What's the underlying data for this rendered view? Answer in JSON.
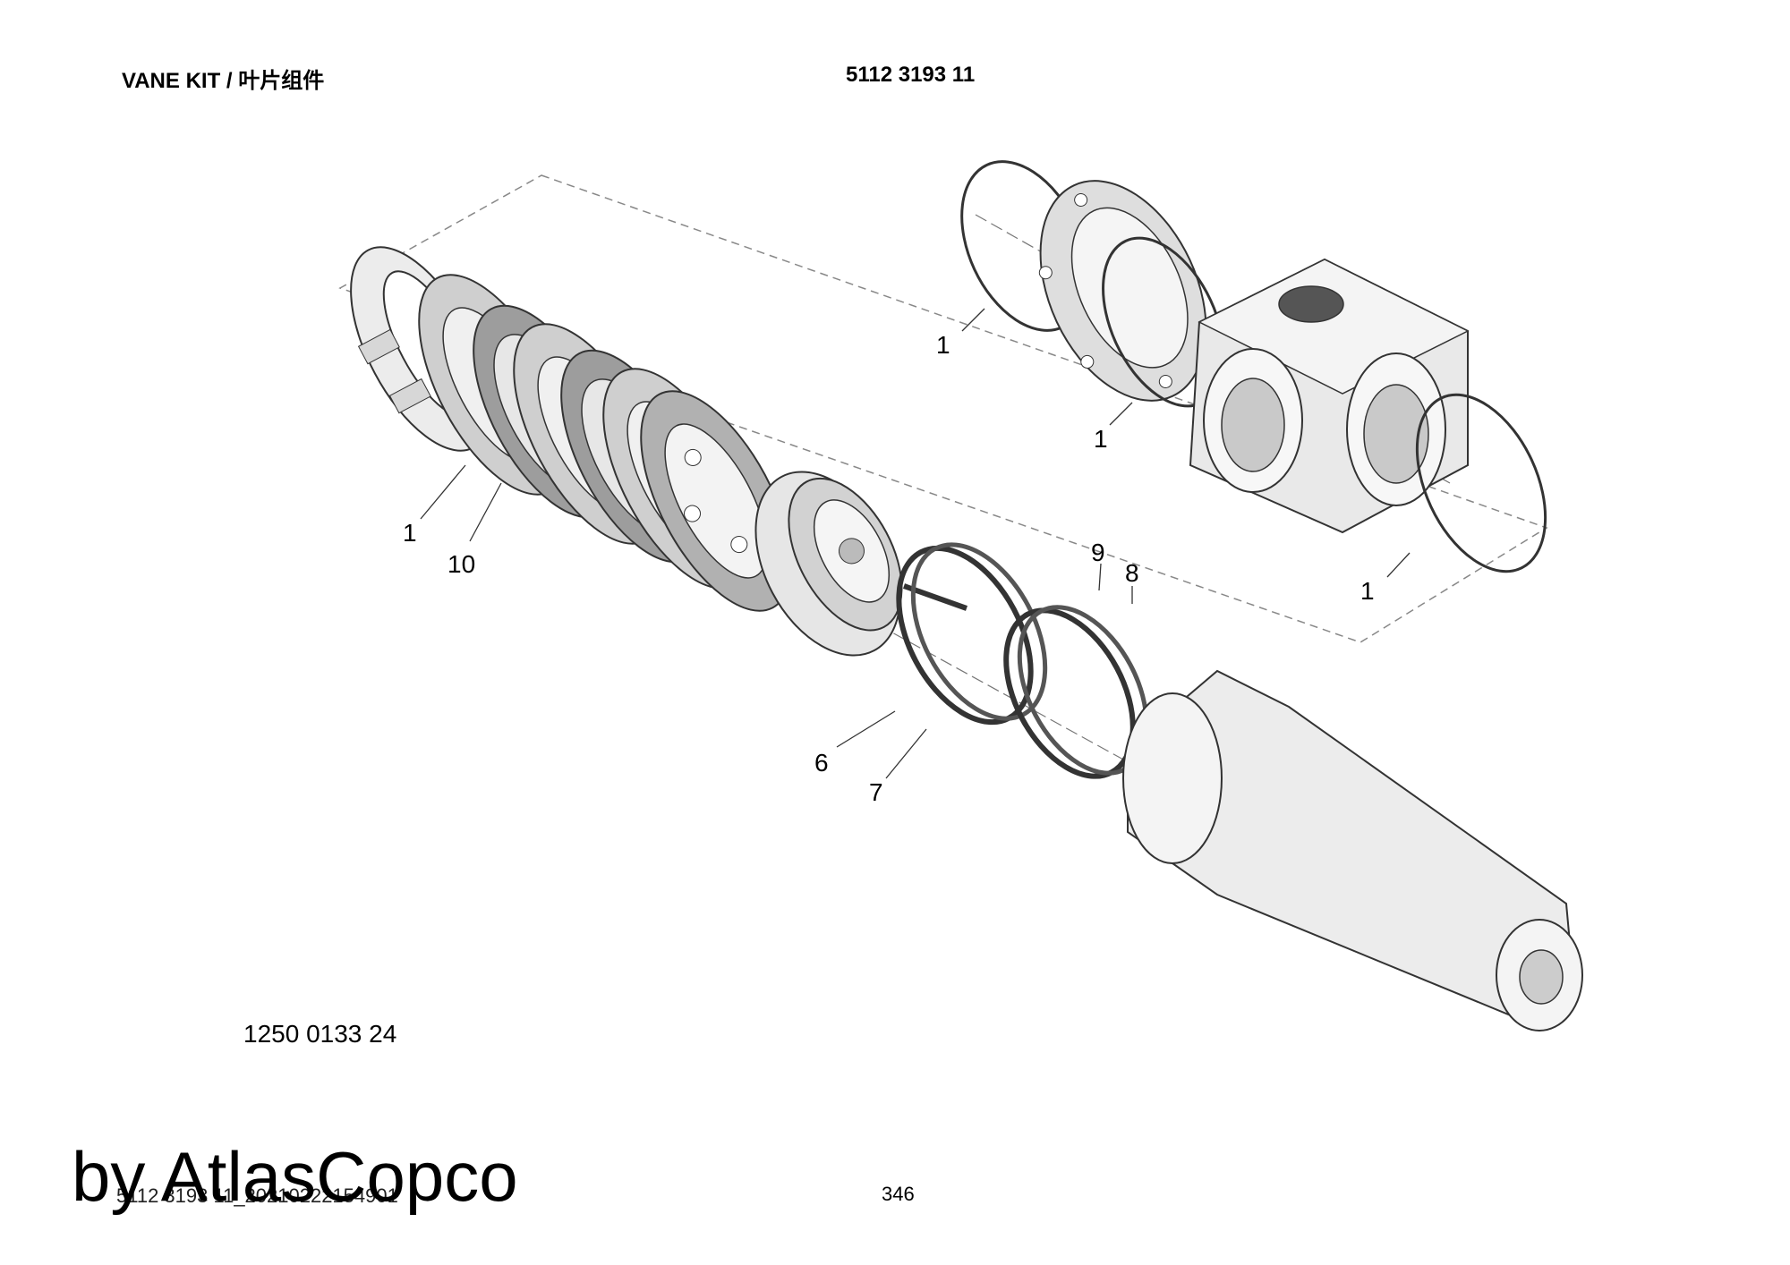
{
  "header": {
    "title": "VANE KIT / 叶片组件",
    "part_number": "5112 3193 11"
  },
  "kit_number": "1250 0133 24",
  "footer": {
    "code": "5112 3193 11_20210222154901",
    "page": "346"
  },
  "watermark": "by AtlasCopco",
  "callouts": {
    "c1_top": "1",
    "c1_mid": "1",
    "c1_right": "1",
    "c1_left": "1",
    "c10": "10",
    "c9": "9",
    "c8": "8",
    "c6": "6",
    "c7": "7"
  },
  "colors": {
    "line": "#333333",
    "part_fill": "#e9e9e9",
    "shadow": "#b5b5b5"
  }
}
